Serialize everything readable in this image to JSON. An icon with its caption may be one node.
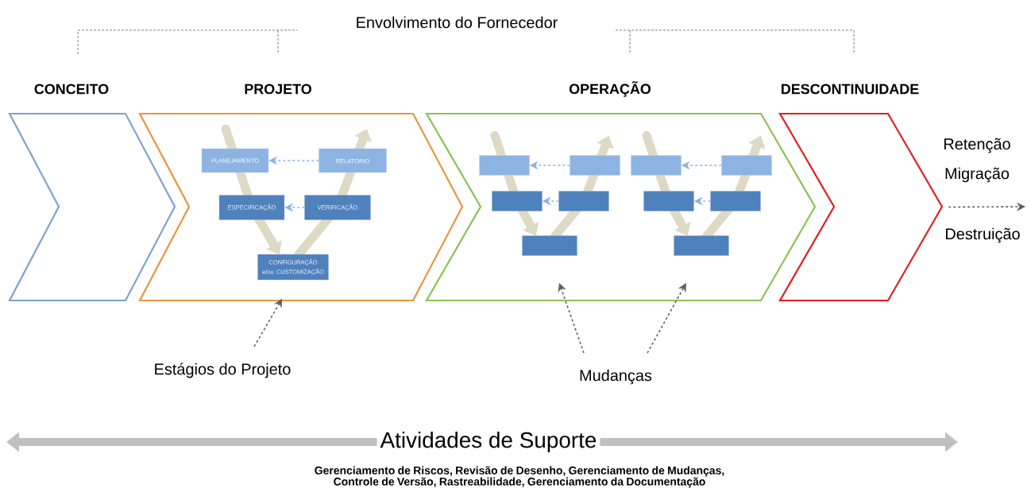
{
  "diagram": {
    "nodes": [
      {
        "text": [
          "CONCEITO"
        ]
      },
      {
        "text": [
          "PROJETO"
        ]
      },
      {
        "text": [
          "OPERAÇÃO"
        ]
      },
      {
        "text": [
          "DESCONTINUIDADE"
        ],
        "beside": [
          "Retenção",
          "Migração",
          "Destruição"
        ]
      },
      {
        "text": [
          "PLANEJAMENTO"
        ],
        "in": 1
      },
      {
        "text": [
          "RELATÓRIO"
        ],
        "in": 1
      },
      {
        "text": [
          "ESPECIFICAÇÃO"
        ],
        "in": 1
      },
      {
        "text": [
          "VERIFICAÇÃO"
        ],
        "in": 1
      },
      {
        "text": [
          "CONFIGURAÇÃO e/ou CUSTOMIZAÇÃO"
        ],
        "in": 1
      },
      {
        "text": [],
        "shape": "box",
        "in": 2
      },
      {
        "text": [],
        "shape": "box",
        "in": 2
      },
      {
        "text": [],
        "shape": "box",
        "in": 2
      },
      {
        "text": [],
        "shape": "box",
        "in": 2
      },
      {
        "text": [],
        "shape": "box",
        "in": 2
      },
      {
        "text": [],
        "shape": "box",
        "in": 2
      },
      {
        "text": [],
        "shape": "box",
        "in": 2
      },
      {
        "text": [],
        "shape": "box",
        "in": 2
      },
      {
        "text": [],
        "shape": "box",
        "in": 2
      },
      {
        "text": [],
        "shape": "box",
        "in": 2
      },
      {
        "text": [
          "Estágios do Projeto"
        ]
      },
      {
        "text": [
          "Mudanças"
        ]
      }
    ],
    "edges": [
      {
        "from": 5,
        "to": 4,
        "arrow": "to",
        "style": "dashed",
        "color": "#8db3e2"
      },
      {
        "from": 7,
        "to": 6,
        "arrow": "to",
        "style": "dashed",
        "color": "#8db3e2"
      },
      {
        "from": 10,
        "to": 9,
        "arrow": "to",
        "style": "dashed",
        "color": "#8db3e2"
      },
      {
        "from": 12,
        "to": 11,
        "arrow": "to",
        "style": "dashed",
        "color": "#8db3e2"
      },
      {
        "from": 15,
        "to": 14,
        "arrow": "to",
        "style": "dashed",
        "color": "#8db3e2"
      },
      {
        "from": 17,
        "to": 16,
        "arrow": "to",
        "style": "dashed",
        "color": "#8db3e2"
      },
      {
        "from": 19,
        "to": 8,
        "arrow": "to",
        "style": "dashed",
        "color": "#606060"
      },
      {
        "from": 20,
        "to": 13,
        "arrow": "to",
        "style": "dashed",
        "color": "#606060"
      },
      {
        "from": 20,
        "to": 18,
        "arrow": "to",
        "style": "dashed",
        "color": "#606060"
      },
      {
        "from": 3,
        "to": null,
        "arrow": "to",
        "style": "dashed",
        "color": "#606060"
      },
      {
        "from": 4,
        "to": 6,
        "arrow": "none"
      },
      {
        "from": 6,
        "to": 8,
        "arrow": "to"
      },
      {
        "from": 8,
        "to": 7,
        "arrow": "none"
      },
      {
        "from": 7,
        "to": 5,
        "arrow": "to"
      },
      {
        "from": 9,
        "to": 11,
        "arrow": "none"
      },
      {
        "from": 11,
        "to": 13,
        "arrow": "to"
      },
      {
        "from": 13,
        "to": 12,
        "arrow": "none"
      },
      {
        "from": 12,
        "to": 10,
        "arrow": "to"
      },
      {
        "from": 14,
        "to": 16,
        "arrow": "none"
      },
      {
        "from": 16,
        "to": 18,
        "arrow": "to"
      },
      {
        "from": 18,
        "to": 17,
        "arrow": "none"
      },
      {
        "from": 17,
        "to": 15,
        "arrow": "to"
      }
    ],
    "labels": [
      "Envolvimento do Fornecedor",
      "Atividades de Suporte",
      "Gerenciamento de Riscos, Revisão de Desenho, Gerenciamento de Mudanças, Controle de Versão, Rastreabilidade, Gerenciamento da Documentação"
    ]
  }
}
